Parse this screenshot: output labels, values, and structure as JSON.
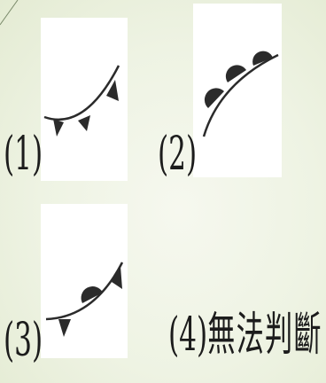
{
  "options": [
    {
      "label": "(1)"
    },
    {
      "label": "(2)"
    },
    {
      "label": "(3)"
    },
    {
      "label": "(4)",
      "text": "無法判斷"
    }
  ],
  "colors": {
    "background": "#ecf1df",
    "card": "#ffffff",
    "front_symbol": "#2b2b2b"
  }
}
